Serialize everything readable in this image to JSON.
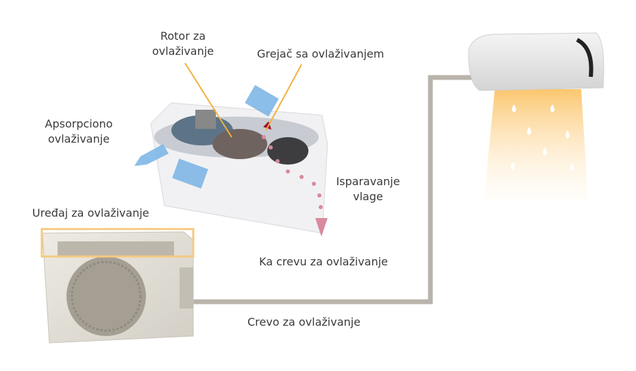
{
  "labels": {
    "rotor_line1": "Rotor za",
    "rotor_line2": "ovlaživanje",
    "heater": "Grejač sa ovlaživanjem",
    "absorption_line1": "Apsorpciono",
    "absorption_line2": "ovlaživanje",
    "evaporation_line1": "Isparavanje",
    "evaporation_line2": "vlage",
    "device": "Uređaj za ovlaživanje",
    "to_hose": "Ka crevu za ovlaživanje",
    "hose": "Crevo za ovlaživanje"
  },
  "colors": {
    "hose": "#b9b4ab",
    "highlight_box": "#f6c981",
    "leader_line": "#f2b13c",
    "airflow_blue": "#7fb7e6",
    "moist_air": "#d98a9c",
    "warm_light": "#fbd28a"
  }
}
